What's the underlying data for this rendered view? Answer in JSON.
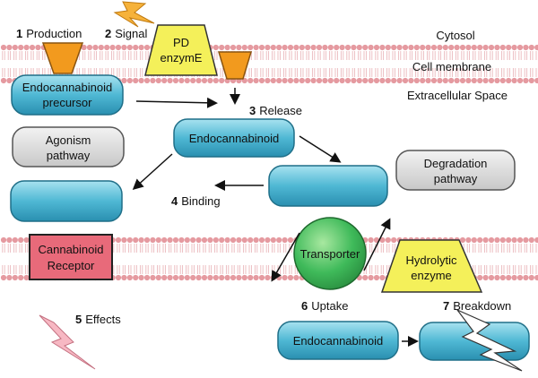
{
  "regions": {
    "cytosol": "Cytosol",
    "cell_membrane": "Cell membrane",
    "extracellular_space": "Extracellular Space"
  },
  "steps": {
    "s1": {
      "num": "1",
      "label": "Production"
    },
    "s2": {
      "num": "2",
      "label": "Signal"
    },
    "s3": {
      "num": "3",
      "label": "Release"
    },
    "s4": {
      "num": "4",
      "label": "Binding"
    },
    "s5": {
      "num": "5",
      "label": "Effects"
    },
    "s6": {
      "num": "6",
      "label": "Uptake"
    },
    "s7": {
      "num": "7",
      "label": "Breakdown"
    }
  },
  "nodes": {
    "pd_enzyme": [
      "PD",
      "enzymE"
    ],
    "precursor": [
      "Endocannabinoid",
      "precursor"
    ],
    "endocannabinoid_top": "Endocannabinoid",
    "agonism": [
      "Agonism",
      "pathway"
    ],
    "degradation": [
      "Degradation",
      "pathway"
    ],
    "cannabinoid_receptor": [
      "Cannabinoid",
      "Receptor"
    ],
    "transporter": "Transporter",
    "hydrolytic_enzyme": [
      "Hydrolytic",
      "enzyme"
    ],
    "endocannabinoid_bottom": "Endocannabinoid"
  },
  "colors": {
    "membrane_head": "#e59aa0",
    "membrane_tail": "#eab8bc",
    "cyan_box": "#4fb8d4",
    "gray_box": "#dcdcdc",
    "orange_enzyme": "#f29a1e",
    "yellow_enzyme": "#f4f05a",
    "receptor": "#e86a7a",
    "transporter": "#3fba5a",
    "lightning_yellow": "#f6b23a",
    "lightning_pink": "#f7b8c3"
  }
}
